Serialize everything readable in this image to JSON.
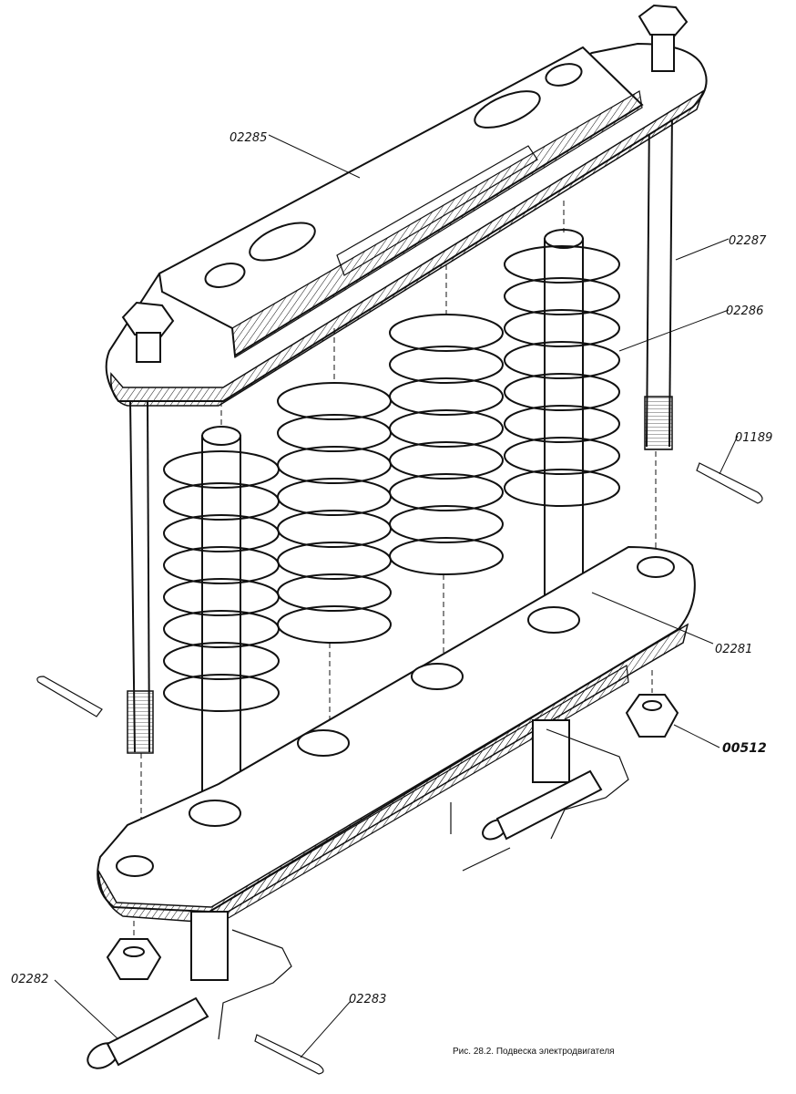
{
  "labels": {
    "l_02285": "02285",
    "l_02287": "02287",
    "l_02286": "02286",
    "l_01189": "01189",
    "l_02281": "02281",
    "l_00512": "00512",
    "l_02282": "02282",
    "l_02283": "02283"
  },
  "caption": "Рис. 28.2. Подвеска электродвигателя"
}
